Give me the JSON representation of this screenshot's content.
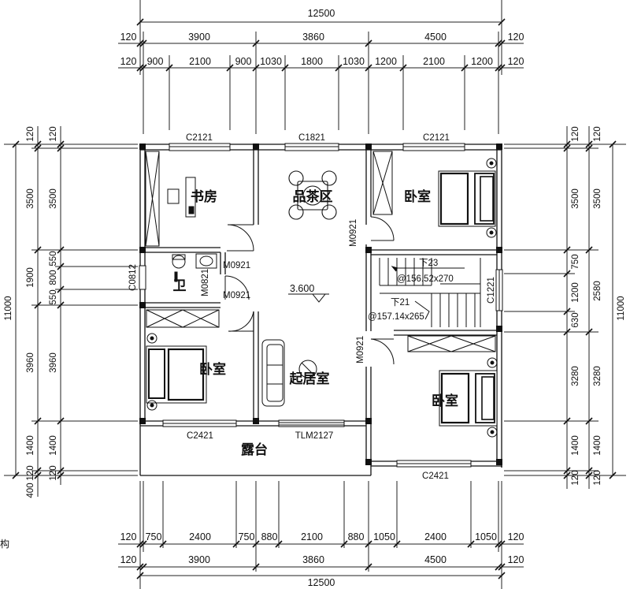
{
  "dimensions": {
    "top": {
      "total": "12500",
      "outer": [
        "120",
        "3900",
        "3860",
        "4500",
        "120"
      ],
      "inner": [
        "120",
        "900",
        "2100",
        "900",
        "1030",
        "1800",
        "1030",
        "1200",
        "2100",
        "1200",
        "120"
      ]
    },
    "bottom": {
      "inner": [
        "120",
        "750",
        "2400",
        "750",
        "880",
        "2100",
        "880",
        "1050",
        "2400",
        "1050",
        "120"
      ],
      "outer": [
        "120",
        "3900",
        "3860",
        "4500",
        "120"
      ],
      "total": "12500"
    },
    "left": {
      "total": "11000",
      "outer": [
        "120",
        "3500",
        "1900",
        "3960",
        "1400",
        "120",
        "400"
      ],
      "inner": [
        "120",
        "3500",
        "550",
        "800",
        "550",
        "3960",
        "1400",
        "120"
      ]
    },
    "right": {
      "total": "11000",
      "outer": [
        "120",
        "3500",
        "2580",
        "3280",
        "1400",
        "120"
      ],
      "inner": [
        "120",
        "3500",
        "750",
        "1200",
        "630",
        "3280",
        "1400",
        "120"
      ]
    }
  },
  "windows": {
    "study": "C2121",
    "tea_area": "C1821",
    "bedroom_ne": "C2121",
    "bathroom": "C0812",
    "stair": "C1221",
    "bedroom_sw": "C2421",
    "bedroom_se": "C2421"
  },
  "doors": {
    "study": "M0921",
    "bathroom": "M0921",
    "bathroom_inner": "M0821",
    "bedroom_sw": "M0921",
    "bedroom_ne": "M0921",
    "bedroom_se": "M0921",
    "terrace": "TLM2127"
  },
  "rooms": {
    "study": "书房",
    "tea_area": "品茶区",
    "bedroom_ne": "卧室",
    "bathroom": "卫",
    "bedroom_sw": "卧室",
    "living": "起居室",
    "bedroom_se": "卧室",
    "terrace": "露台"
  },
  "stairs": {
    "up_label": "下23",
    "up_spec": "@156.52x270",
    "down_label": "下21",
    "down_spec": "@157.14x265"
  },
  "elevation": "3.600",
  "side_note": "构"
}
